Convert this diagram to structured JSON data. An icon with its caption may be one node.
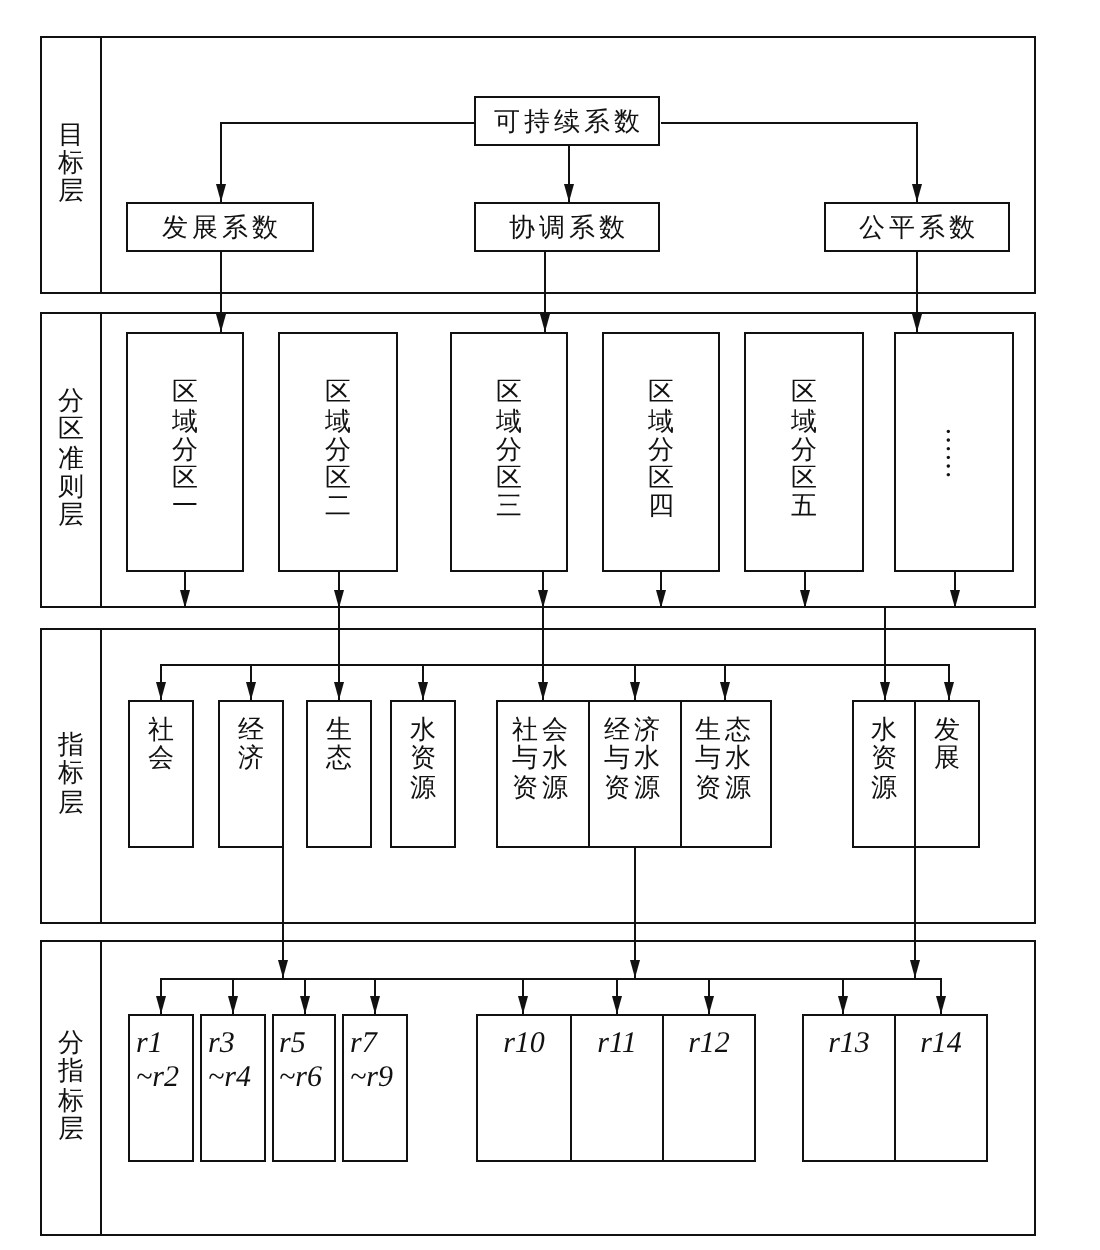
{
  "diagram": {
    "nodes": [
      {
        "text": [
          "目标层"
        ]
      },
      {
        "text": [
          "可持续系数"
        ],
        "in": 0
      },
      {
        "text": [
          "发展系数"
        ],
        "in": 0
      },
      {
        "text": [
          "协调系数"
        ],
        "in": 0
      },
      {
        "text": [
          "公平系数"
        ],
        "in": 0
      },
      {
        "text": [
          "分区准则层"
        ]
      },
      {
        "text": [
          "区域分区一"
        ],
        "in": 5
      },
      {
        "text": [
          "区域分区二"
        ],
        "in": 5
      },
      {
        "text": [
          "区域分区三"
        ],
        "in": 5
      },
      {
        "text": [
          "区域分区四"
        ],
        "in": 5
      },
      {
        "text": [
          "区域分区五"
        ],
        "in": 5
      },
      {
        "text": [
          "……"
        ],
        "in": 5
      },
      {
        "text": [
          "指标层"
        ]
      },
      {
        "text": [
          "社会"
        ],
        "in": 12
      },
      {
        "text": [
          "经济"
        ],
        "in": 12
      },
      {
        "text": [
          "生态"
        ],
        "in": 12
      },
      {
        "text": [
          "水资源"
        ],
        "in": 12
      },
      {
        "text": [
          "社会与水资源"
        ],
        "in": 12
      },
      {
        "text": [
          "经济与水资源"
        ],
        "in": 12
      },
      {
        "text": [
          "生态与水资源"
        ],
        "in": 12
      },
      {
        "text": [
          "水资源"
        ],
        "in": 12
      },
      {
        "text": [
          "发展"
        ],
        "in": 12
      },
      {
        "text": [
          "分指标层"
        ]
      },
      {
        "text": [
          "r1 ~r2"
        ],
        "in": 22
      },
      {
        "text": [
          "r3 ~r4"
        ],
        "in": 22
      },
      {
        "text": [
          "r5 ~r6"
        ],
        "in": 22
      },
      {
        "text": [
          "r7 ~r9"
        ],
        "in": 22
      },
      {
        "text": [
          "r10"
        ],
        "in": 22
      },
      {
        "text": [
          "r11"
        ],
        "in": 22
      },
      {
        "text": [
          "r12"
        ],
        "in": 22
      },
      {
        "text": [
          "r13"
        ],
        "in": 22
      },
      {
        "text": [
          "r14"
        ],
        "in": 22
      }
    ],
    "edges": [
      {
        "from": 1,
        "to": 2,
        "arrow": "to"
      },
      {
        "from": 1,
        "to": 3,
        "arrow": "to"
      },
      {
        "from": 1,
        "to": 4,
        "arrow": "to"
      },
      {
        "from": 2,
        "to": 6,
        "arrow": "to"
      },
      {
        "from": 3,
        "to": 8,
        "arrow": "to"
      },
      {
        "from": 4,
        "to": 11,
        "arrow": "to"
      },
      {
        "from": 6,
        "to": 5,
        "arrow": "to"
      },
      {
        "from": 7,
        "to": 5,
        "arrow": "to"
      },
      {
        "from": 8,
        "to": 5,
        "arrow": "to"
      },
      {
        "from": 9,
        "to": 5,
        "arrow": "to"
      },
      {
        "from": 10,
        "to": 5,
        "arrow": "to"
      },
      {
        "from": 11,
        "to": 5,
        "arrow": "to"
      },
      {
        "from": 5,
        "to": 13,
        "arrow": "to"
      },
      {
        "from": 5,
        "to": 14,
        "arrow": "to"
      },
      {
        "from": 5,
        "to": 15,
        "arrow": "to"
      },
      {
        "from": 5,
        "to": 16,
        "arrow": "to"
      },
      {
        "from": 5,
        "to": 17,
        "arrow": "to"
      },
      {
        "from": 5,
        "to": 18,
        "arrow": "to"
      },
      {
        "from": 5,
        "to": 19,
        "arrow": "to"
      },
      {
        "from": 5,
        "to": 20,
        "arrow": "to"
      },
      {
        "from": 5,
        "to": 21,
        "arrow": "to"
      },
      {
        "from": 14,
        "to": 23,
        "arrow": "to"
      },
      {
        "from": 14,
        "to": 24,
        "arrow": "to"
      },
      {
        "from": 14,
        "to": 25,
        "arrow": "to"
      },
      {
        "from": 14,
        "to": 26,
        "arrow": "to"
      },
      {
        "from": 14,
        "to": 27,
        "arrow": "to"
      },
      {
        "from": 14,
        "to": 28,
        "arrow": "to"
      },
      {
        "from": 14,
        "to": 29,
        "arrow": "to"
      },
      {
        "from": 14,
        "to": 30,
        "arrow": "to"
      },
      {
        "from": 14,
        "to": 31,
        "arrow": "to"
      },
      {
        "from": 18,
        "to": 23,
        "arrow": "to"
      },
      {
        "from": 18,
        "to": 24,
        "arrow": "to"
      },
      {
        "from": 18,
        "to": 25,
        "arrow": "to"
      },
      {
        "from": 18,
        "to": 26,
        "arrow": "to"
      },
      {
        "from": 18,
        "to": 27,
        "arrow": "to"
      },
      {
        "from": 18,
        "to": 28,
        "arrow": "to"
      },
      {
        "from": 18,
        "to": 29,
        "arrow": "to"
      },
      {
        "from": 18,
        "to": 30,
        "arrow": "to"
      },
      {
        "from": 18,
        "to": 31,
        "arrow": "to"
      },
      {
        "from": 20,
        "to": 23,
        "arrow": "to"
      },
      {
        "from": 20,
        "to": 24,
        "arrow": "to"
      },
      {
        "from": 20,
        "to": 25,
        "arrow": "to"
      },
      {
        "from": 20,
        "to": 26,
        "arrow": "to"
      },
      {
        "from": 20,
        "to": 27,
        "arrow": "to"
      },
      {
        "from": 20,
        "to": 28,
        "arrow": "to"
      },
      {
        "from": 20,
        "to": 29,
        "arrow": "to"
      },
      {
        "from": 20,
        "to": 30,
        "arrow": "to"
      },
      {
        "from": 20,
        "to": 31,
        "arrow": "to"
      }
    ]
  }
}
